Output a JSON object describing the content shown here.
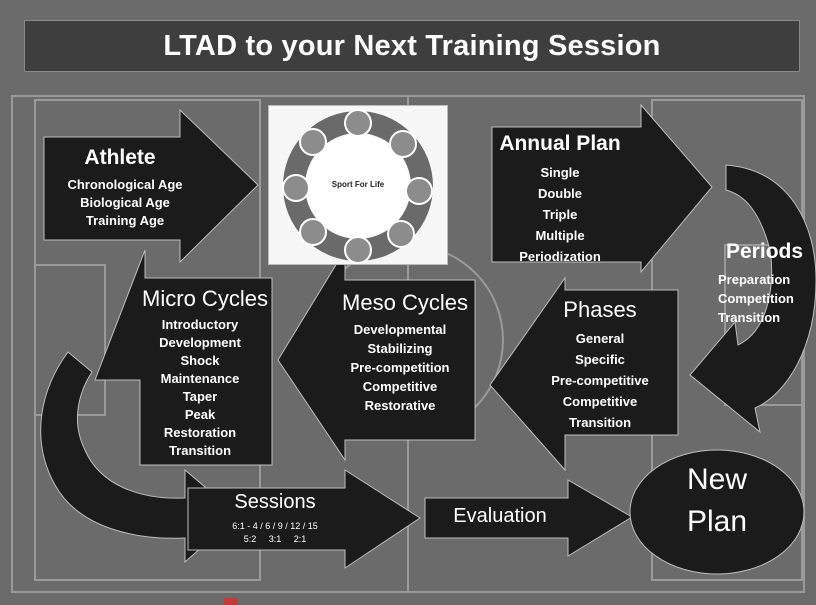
{
  "title": "LTAD to your Next Training Session",
  "athlete": {
    "heading": "Athlete",
    "items": [
      "Chronological Age",
      "Biological Age",
      "Training Age"
    ]
  },
  "sport_for_life": {
    "label": "Sport For Life"
  },
  "annual_plan": {
    "heading": "Annual Plan",
    "items": [
      "Single",
      "Double",
      "Triple",
      "Multiple",
      "Periodization"
    ]
  },
  "periods": {
    "heading": "Periods",
    "items": [
      "Preparation",
      "Competition",
      "Transition"
    ]
  },
  "phases": {
    "heading": "Phases",
    "items": [
      "General",
      "Specific",
      "Pre-competitive",
      "Competitive",
      "Transition"
    ]
  },
  "meso": {
    "heading": "Meso Cycles",
    "items": [
      "Developmental",
      "Stabilizing",
      "Pre-competition",
      "Competitive",
      "Restorative"
    ]
  },
  "micro": {
    "heading": "Micro Cycles",
    "items": [
      "Introductory",
      "Development",
      "Shock",
      "Maintenance",
      "Taper",
      "Peak",
      "Restoration",
      "Transition"
    ]
  },
  "sessions": {
    "heading": "Sessions",
    "line1": "6:1 - 4 / 6 / 9 / 12 / 15",
    "line2": "5:2     3:1     2:1"
  },
  "evaluation": {
    "label": "Evaluation"
  },
  "new_plan": {
    "line1": "New",
    "line2": "Plan"
  },
  "colors": {
    "shape_fill": "#1b1b1b",
    "background": "#6b6b6b",
    "title_bar": "#3e3e3e",
    "text": "#ffffff"
  }
}
